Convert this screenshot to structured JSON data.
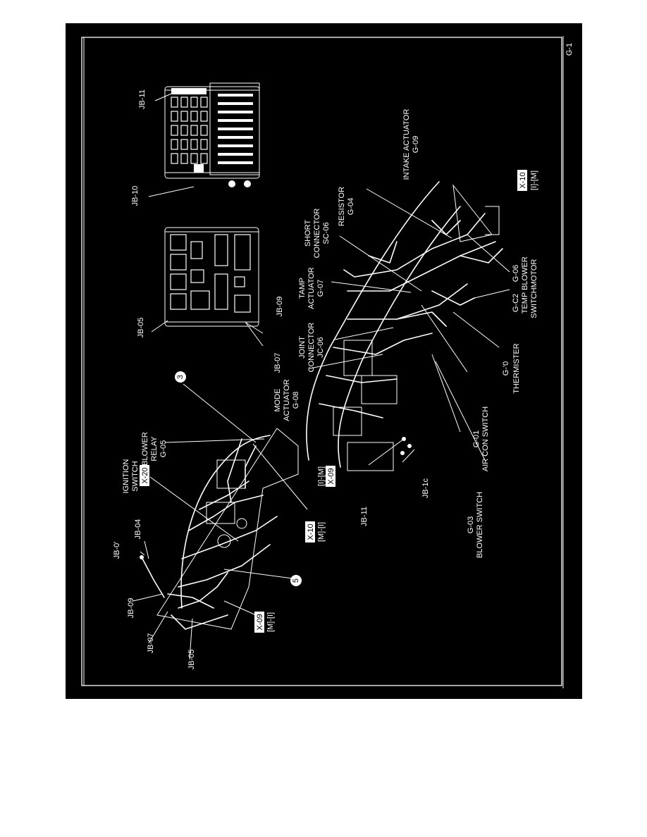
{
  "page": {
    "id": "G-1",
    "colors": {
      "background": "#000000",
      "ink": "#ffffff",
      "paper": "#ffffff"
    }
  },
  "labels": {
    "jb_11_top": "JB-11",
    "jb_10_top": "JB-10",
    "jb_05_top": "JB-05",
    "jb_09_top": "JB-09",
    "jb_07_top": "JB-07",
    "resistor_1": "RESISTOR",
    "resistor_2": "G-04",
    "intake_1": "INTAKE ACTUATOR",
    "intake_2": "G-09",
    "short_1": "SHORT",
    "short_2": "CONNECTOR",
    "short_3": "SC-06",
    "tamp_1": "TAMP",
    "tamp_2": "ACTUATOR",
    "tamp_3": "G-07",
    "joint_1": "JOINT",
    "joint_2": "CONNECTOR",
    "joint_3": "JC-06",
    "mode_1": "MODE",
    "mode_2": "ACTUATOR",
    "mode_3": "G-08",
    "blower_relay_1": "BLOWER",
    "blower_relay_2": "RELAY",
    "blower_relay_3": "G-05",
    "ign_1": "IGNITION",
    "ign_2": "SWITCH",
    "ign_box": "X-20",
    "x10_left_box": "X-10",
    "x10_left_pins": "[M]-[I]",
    "x09_mid_pins": "[I]-[M]",
    "x09_mid_box": "X-09",
    "x09_low_box": "X-09",
    "x09_low_pins": "[M]-[I]",
    "x10_right_box": "X-10",
    "x10_right_pins": "[I]-[M]",
    "blower_motor_1": "G-06",
    "blower_motor_2": "BLOWER",
    "blower_motor_3": "MOTOR",
    "temp_switch_1": "G-C2",
    "temp_switch_2": "TEMP",
    "temp_switch_3": "SWITCH",
    "thermister_1": "G-'0",
    "thermister_2": "THERMISTER",
    "aircon_1": "G-01",
    "aircon_2": "AIR CON SWITCH",
    "blower_switch_1": "G-03",
    "blower_switch_2": "BLOWER SWITCH",
    "jb_10_bot": "JB-1c",
    "jb_11_bot": "JB-11",
    "jb_0x_left": "JB-0'",
    "jb_04_left": "JB-04",
    "jb_09_left": "JB-09",
    "jb_07_left": "JB-07",
    "jb_05_left": "JB-05",
    "circle_3": "3",
    "circle_5": "5"
  }
}
